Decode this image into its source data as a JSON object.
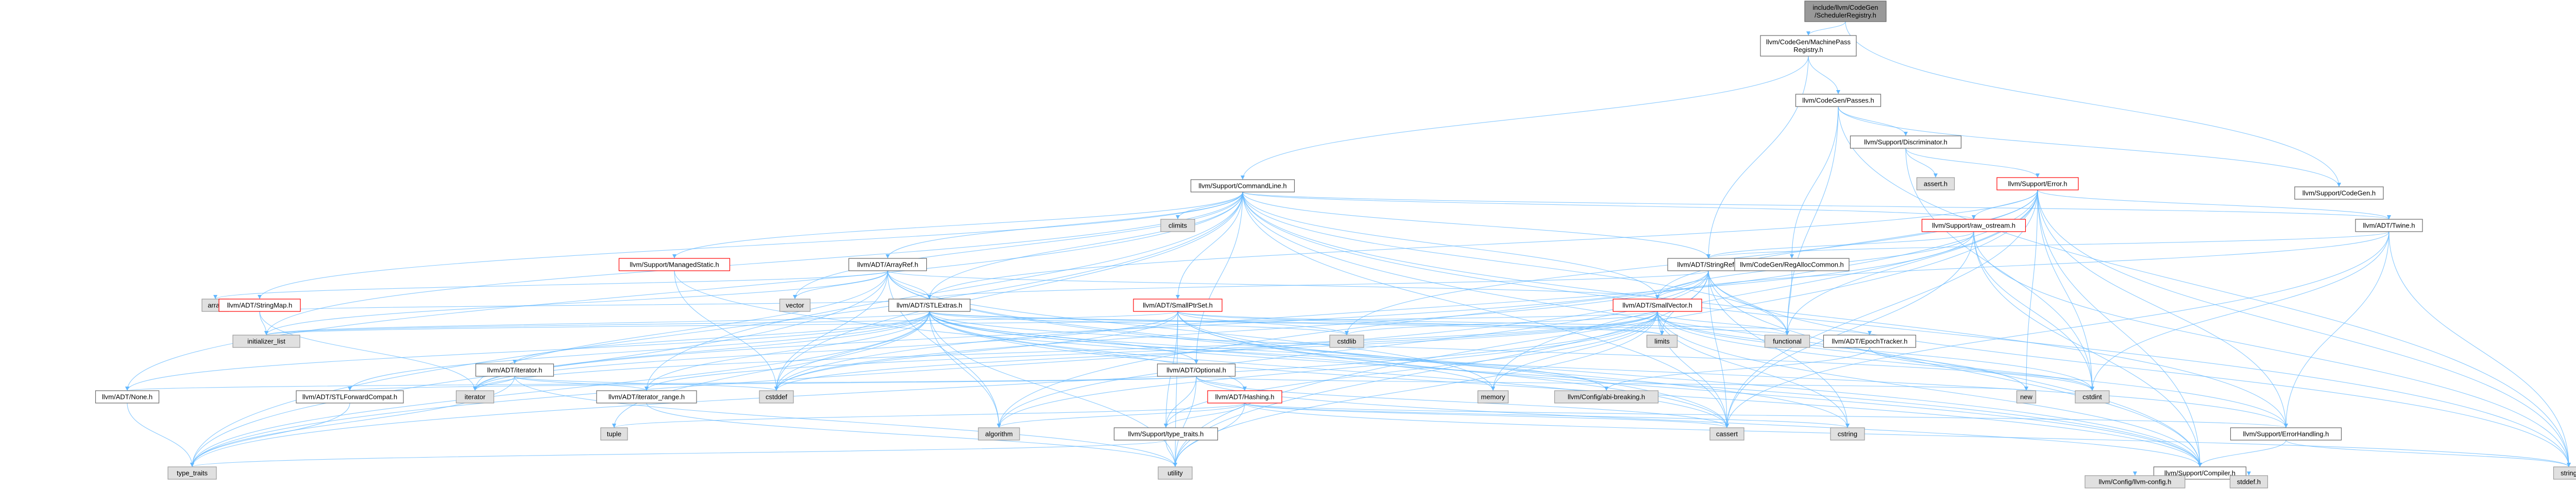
{
  "colors": {
    "root_fill": "#999999",
    "root_border": "#666666",
    "local_fill": "#ffffff",
    "local_border": "#666666",
    "system_fill": "#e0e0e0",
    "system_border": "#999999",
    "attention_border": "#ff0000",
    "edge": "#63b8ff"
  },
  "nodes": [
    {
      "id": "root",
      "label": [
        "include/llvm/CodeGen",
        "/SchedulerRegistry.h"
      ],
      "kind": "root"
    },
    {
      "id": "mpr",
      "label": [
        "llvm/CodeGen/MachinePass",
        "Registry.h"
      ],
      "kind": "local"
    },
    {
      "id": "cgp",
      "label": [
        "llvm/CodeGen/Passes.h"
      ],
      "kind": "local"
    },
    {
      "id": "scg",
      "label": [
        "llvm/Support/CodeGen.h"
      ],
      "kind": "local"
    },
    {
      "id": "disc",
      "label": [
        "llvm/Support/Discriminator.h"
      ],
      "kind": "local"
    },
    {
      "id": "asrt",
      "label": [
        "assert.h"
      ],
      "kind": "system"
    },
    {
      "id": "err",
      "label": [
        "llvm/Support/Error.h"
      ],
      "kind": "attention"
    },
    {
      "id": "cl",
      "label": [
        "llvm/Support/CommandLine.h"
      ],
      "kind": "local"
    },
    {
      "id": "climits",
      "label": [
        "climits"
      ],
      "kind": "system"
    },
    {
      "id": "rawos",
      "label": [
        "llvm/Support/raw_ostream.h"
      ],
      "kind": "attention"
    },
    {
      "id": "twine",
      "label": [
        "llvm/ADT/Twine.h"
      ],
      "kind": "local"
    },
    {
      "id": "ms",
      "label": [
        "llvm/Support/ManagedStatic.h"
      ],
      "kind": "attention"
    },
    {
      "id": "aref",
      "label": [
        "llvm/ADT/ArrayRef.h"
      ],
      "kind": "local"
    },
    {
      "id": "sref",
      "label": [
        "llvm/ADT/StringRef.h"
      ],
      "kind": "local"
    },
    {
      "id": "rac",
      "label": [
        "llvm/CodeGen/RegAllocCommon.h"
      ],
      "kind": "local"
    },
    {
      "id": "array",
      "label": [
        "array"
      ],
      "kind": "system"
    },
    {
      "id": "smap",
      "label": [
        "llvm/ADT/StringMap.h"
      ],
      "kind": "attention"
    },
    {
      "id": "vector",
      "label": [
        "vector"
      ],
      "kind": "system"
    },
    {
      "id": "sps",
      "label": [
        "llvm/ADT/SmallPtrSet.h"
      ],
      "kind": "attention"
    },
    {
      "id": "svec",
      "label": [
        "llvm/ADT/SmallVector.h"
      ],
      "kind": "attention"
    },
    {
      "id": "stlx",
      "label": [
        "llvm/ADT/STLExtras.h"
      ],
      "kind": "local"
    },
    {
      "id": "ilist",
      "label": [
        "initializer_list"
      ],
      "kind": "system"
    },
    {
      "id": "cstdlib",
      "label": [
        "cstdlib"
      ],
      "kind": "system"
    },
    {
      "id": "limits",
      "label": [
        "limits"
      ],
      "kind": "system"
    },
    {
      "id": "functional",
      "label": [
        "functional"
      ],
      "kind": "system"
    },
    {
      "id": "epoch",
      "label": [
        "llvm/ADT/EpochTracker.h"
      ],
      "kind": "local"
    },
    {
      "id": "aiter",
      "label": [
        "llvm/ADT/iterator.h"
      ],
      "kind": "local"
    },
    {
      "id": "opt",
      "label": [
        "llvm/ADT/Optional.h"
      ],
      "kind": "local"
    },
    {
      "id": "iterator",
      "label": [
        "iterator"
      ],
      "kind": "system"
    },
    {
      "id": "cstddef",
      "label": [
        "cstddef"
      ],
      "kind": "system"
    },
    {
      "id": "stlfc",
      "label": [
        "llvm/ADT/STLForwardCompat.h"
      ],
      "kind": "local"
    },
    {
      "id": "irange",
      "label": [
        "llvm/ADT/iterator_range.h"
      ],
      "kind": "local"
    },
    {
      "id": "memory",
      "label": [
        "memory"
      ],
      "kind": "system"
    },
    {
      "id": "cfgabi",
      "label": [
        "llvm/Config/abi-breaking.h"
      ],
      "kind": "system"
    },
    {
      "id": "new",
      "label": [
        "new"
      ],
      "kind": "system"
    },
    {
      "id": "cstdint",
      "label": [
        "cstdint"
      ],
      "kind": "system"
    },
    {
      "id": "none",
      "label": [
        "llvm/ADT/None.h"
      ],
      "kind": "local"
    },
    {
      "id": "hashing",
      "label": [
        "llvm/ADT/Hashing.h"
      ],
      "kind": "attention"
    },
    {
      "id": "tuple",
      "label": [
        "tuple"
      ],
      "kind": "system"
    },
    {
      "id": "algorithm",
      "label": [
        "algorithm"
      ],
      "kind": "system"
    },
    {
      "id": "cassert",
      "label": [
        "cassert"
      ],
      "kind": "system"
    },
    {
      "id": "cstring",
      "label": [
        "cstring"
      ],
      "kind": "system"
    },
    {
      "id": "errh",
      "label": [
        "llvm/Support/ErrorHandling.h"
      ],
      "kind": "local"
    },
    {
      "id": "tt",
      "label": [
        "llvm/Support/type_traits.h"
      ],
      "kind": "local"
    },
    {
      "id": "typetraits",
      "label": [
        "type_traits"
      ],
      "kind": "system"
    },
    {
      "id": "utility",
      "label": [
        "utility"
      ],
      "kind": "system"
    },
    {
      "id": "string",
      "label": [
        "string"
      ],
      "kind": "system"
    },
    {
      "id": "comp",
      "label": [
        "llvm/Support/Compiler.h"
      ],
      "kind": "local"
    },
    {
      "id": "llvmcfg",
      "label": [
        "llvm/Config/llvm-config.h"
      ],
      "kind": "system"
    },
    {
      "id": "stddef",
      "label": [
        "stddef.h"
      ],
      "kind": "system"
    }
  ],
  "edges": [
    [
      "root",
      "mpr"
    ],
    [
      "root",
      "scg"
    ],
    [
      "mpr",
      "cgp"
    ],
    [
      "mpr",
      "cl"
    ],
    [
      "mpr",
      "sref"
    ],
    [
      "cgp",
      "scg"
    ],
    [
      "cgp",
      "disc"
    ],
    [
      "cgp",
      "rac"
    ],
    [
      "cgp",
      "functional"
    ],
    [
      "cgp",
      "string"
    ],
    [
      "disc",
      "asrt"
    ],
    [
      "disc",
      "err"
    ],
    [
      "disc",
      "cstdint"
    ],
    [
      "err",
      "rawos"
    ],
    [
      "err",
      "twine"
    ],
    [
      "err",
      "svec"
    ],
    [
      "err",
      "errh"
    ],
    [
      "err",
      "comp"
    ],
    [
      "err",
      "cassert"
    ],
    [
      "err",
      "new"
    ],
    [
      "err",
      "cstdint"
    ],
    [
      "err",
      "string"
    ],
    [
      "err",
      "functional"
    ],
    [
      "err",
      "stlx"
    ],
    [
      "err",
      "utility"
    ],
    [
      "err",
      "memory"
    ],
    [
      "err",
      "cstdlib"
    ],
    [
      "err",
      "algorithm"
    ],
    [
      "cl",
      "climits"
    ],
    [
      "cl",
      "ms"
    ],
    [
      "cl",
      "aref"
    ],
    [
      "cl",
      "sref"
    ],
    [
      "cl",
      "twine"
    ],
    [
      "cl",
      "smap"
    ],
    [
      "cl",
      "sps"
    ],
    [
      "cl",
      "svec"
    ],
    [
      "cl",
      "stlx"
    ],
    [
      "cl",
      "rawos"
    ],
    [
      "cl",
      "errh"
    ],
    [
      "cl",
      "irange"
    ],
    [
      "cl",
      "opt"
    ],
    [
      "cl",
      "none"
    ],
    [
      "cl",
      "vector"
    ],
    [
      "cl",
      "functional"
    ],
    [
      "cl",
      "ilist"
    ],
    [
      "cl",
      "cstddef"
    ],
    [
      "cl",
      "string"
    ],
    [
      "cl",
      "typetraits"
    ],
    [
      "cl",
      "cassert"
    ],
    [
      "cl",
      "comp"
    ],
    [
      "rawos",
      "sref"
    ],
    [
      "rawos",
      "svec"
    ],
    [
      "rawos",
      "cstddef"
    ],
    [
      "rawos",
      "cstdint"
    ],
    [
      "rawos",
      "string"
    ],
    [
      "rawos",
      "system_error"
    ],
    [
      "rawos",
      "comp"
    ],
    [
      "rawos",
      "cassert"
    ],
    [
      "twine",
      "svec"
    ],
    [
      "twine",
      "sref"
    ],
    [
      "twine",
      "errh"
    ],
    [
      "twine",
      "cassert"
    ],
    [
      "twine",
      "cstdint"
    ],
    [
      "twine",
      "string"
    ],
    [
      "ms",
      "comp"
    ],
    [
      "ms",
      "cstddef"
    ],
    [
      "ms",
      "atomic"
    ],
    [
      "aref",
      "svec"
    ],
    [
      "aref",
      "stlx"
    ],
    [
      "aref",
      "comp"
    ],
    [
      "aref",
      "array"
    ],
    [
      "aref",
      "vector"
    ],
    [
      "aref",
      "iterator"
    ],
    [
      "aref",
      "cassert"
    ],
    [
      "aref",
      "memory"
    ],
    [
      "aref",
      "algorithm"
    ],
    [
      "aref",
      "typetraits"
    ],
    [
      "aref",
      "ilist"
    ],
    [
      "aref",
      "cstddef"
    ],
    [
      "sref",
      "stlx"
    ],
    [
      "sref",
      "comp"
    ],
    [
      "sref",
      "iterator"
    ],
    [
      "sref",
      "limits"
    ],
    [
      "sref",
      "cstring"
    ],
    [
      "sref",
      "string"
    ],
    [
      "sref",
      "utility"
    ],
    [
      "sref",
      "cstddef"
    ],
    [
      "sref",
      "typetraits"
    ],
    [
      "sref",
      "cassert"
    ],
    [
      "sref",
      "algorithm"
    ],
    [
      "sref",
      "functional"
    ],
    [
      "rac",
      "functional"
    ],
    [
      "smap",
      "stlx"
    ],
    [
      "smap",
      "ilist"
    ],
    [
      "smap",
      "iterator"
    ],
    [
      "sps",
      "epoch"
    ],
    [
      "sps",
      "comp"
    ],
    [
      "sps",
      "cstdlib"
    ],
    [
      "sps",
      "cstring"
    ],
    [
      "sps",
      "iterator"
    ],
    [
      "sps",
      "cassert"
    ],
    [
      "sps",
      "ilist"
    ],
    [
      "sps",
      "utility"
    ],
    [
      "sps",
      "tt"
    ],
    [
      "sps",
      "cstddef"
    ],
    [
      "sps",
      "limits"
    ],
    [
      "svec",
      "comp"
    ],
    [
      "svec",
      "tt"
    ],
    [
      "svec",
      "algorithm"
    ],
    [
      "svec",
      "cassert"
    ],
    [
      "svec",
      "cstddef"
    ],
    [
      "svec",
      "cstdlib"
    ],
    [
      "svec",
      "cstring"
    ],
    [
      "svec",
      "functional"
    ],
    [
      "svec",
      "ilist"
    ],
    [
      "svec",
      "iterator"
    ],
    [
      "svec",
      "limits"
    ],
    [
      "svec",
      "memory"
    ],
    [
      "svec",
      "new"
    ],
    [
      "svec",
      "typetraits"
    ],
    [
      "svec",
      "utility"
    ],
    [
      "svec",
      "errh"
    ],
    [
      "svec",
      "cstdint"
    ],
    [
      "svec",
      "irange"
    ],
    [
      "stlx",
      "none"
    ],
    [
      "stlx",
      "opt"
    ],
    [
      "stlx",
      "stlfc"
    ],
    [
      "stlx",
      "aiter"
    ],
    [
      "stlx",
      "irange"
    ],
    [
      "stlx",
      "hashing"
    ],
    [
      "stlx",
      "comp"
    ],
    [
      "stlx",
      "errh"
    ],
    [
      "stlx",
      "cfgabi"
    ],
    [
      "stlx",
      "algorithm"
    ],
    [
      "stlx",
      "cassert"
    ],
    [
      "stlx",
      "cstddef"
    ],
    [
      "stlx",
      "cstdint"
    ],
    [
      "stlx",
      "cstdlib"
    ],
    [
      "stlx",
      "functional"
    ],
    [
      "stlx",
      "ilist"
    ],
    [
      "stlx",
      "iterator"
    ],
    [
      "stlx",
      "limits"
    ],
    [
      "stlx",
      "memory"
    ],
    [
      "stlx",
      "tuple"
    ],
    [
      "stlx",
      "typetraits"
    ],
    [
      "stlx",
      "utility"
    ],
    [
      "epoch",
      "cfgabi"
    ],
    [
      "epoch",
      "cstdint"
    ],
    [
      "aiter",
      "irange"
    ],
    [
      "aiter",
      "cstddef"
    ],
    [
      "aiter",
      "iterator"
    ],
    [
      "aiter",
      "typetraits"
    ],
    [
      "aiter",
      "utility"
    ],
    [
      "opt",
      "none"
    ],
    [
      "opt",
      "stlfc"
    ],
    [
      "opt",
      "comp"
    ],
    [
      "opt",
      "tt"
    ],
    [
      "opt",
      "hashing"
    ],
    [
      "opt",
      "cassert"
    ],
    [
      "opt",
      "new"
    ],
    [
      "opt",
      "utility"
    ],
    [
      "stlfc",
      "typetraits"
    ],
    [
      "irange",
      "utility"
    ],
    [
      "none",
      "typetraits"
    ],
    [
      "hashing",
      "errh"
    ],
    [
      "hashing",
      "tt"
    ],
    [
      "hashing",
      "algorithm"
    ],
    [
      "hashing",
      "cassert"
    ],
    [
      "hashing",
      "cstring"
    ],
    [
      "hashing",
      "string"
    ],
    [
      "hashing",
      "tuple"
    ],
    [
      "hashing",
      "utility"
    ],
    [
      "errh",
      "comp"
    ],
    [
      "errh",
      "string"
    ],
    [
      "tt",
      "typetraits"
    ],
    [
      "tt",
      "utility"
    ],
    [
      "comp",
      "llvmcfg"
    ],
    [
      "comp",
      "stddef"
    ]
  ]
}
